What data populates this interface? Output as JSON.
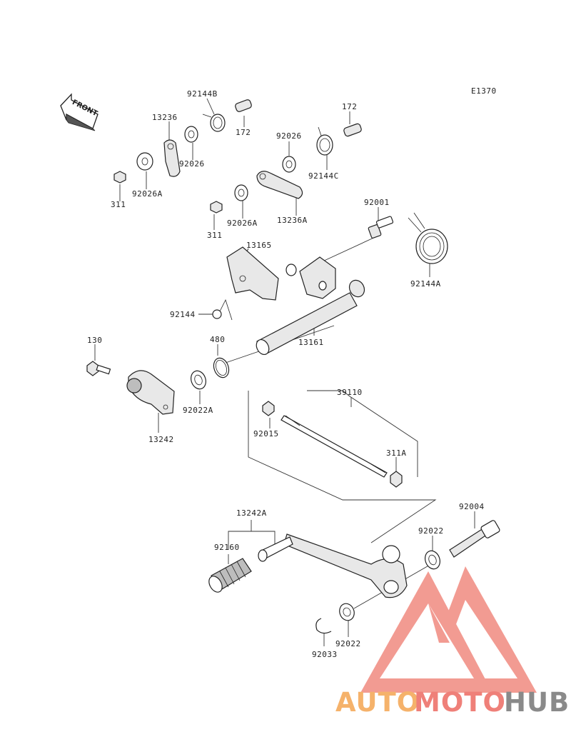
{
  "diagram_code": "E1370",
  "front_arrow": {
    "text": "FRONT",
    "icon": "front-arrow-icon"
  },
  "labels": {
    "p92144B": "92144B",
    "p13236": "13236",
    "p172a": "172",
    "p172b": "172",
    "p92026a": "92026",
    "p92026b": "92026",
    "p311a": "311",
    "p92026Aa": "92026A",
    "p92144C": "92144C",
    "p92026Ab": "92026A",
    "p13236A": "13236A",
    "p311b": "311",
    "p92001": "92001",
    "p13165": "13165",
    "p92144A": "92144A",
    "p92144": "92144",
    "p480": "480",
    "p13161": "13161",
    "p130": "130",
    "p92022A": "92022A",
    "p13242": "13242",
    "p39110": "39110",
    "p92015": "92015",
    "p311A": "311A",
    "p92004": "92004",
    "p13242A": "13242A",
    "p92022a": "92022",
    "p92160": "92160",
    "p92022b": "92022",
    "p92033": "92033"
  },
  "watermark": {
    "auto": "AUTO",
    "moto": "MOTO",
    "hub": "HUB",
    "colors": {
      "auto": "#f5b26b",
      "moto": "#ef8079",
      "hub": "#8a8a8a",
      "triangle": "#f08a80"
    }
  }
}
